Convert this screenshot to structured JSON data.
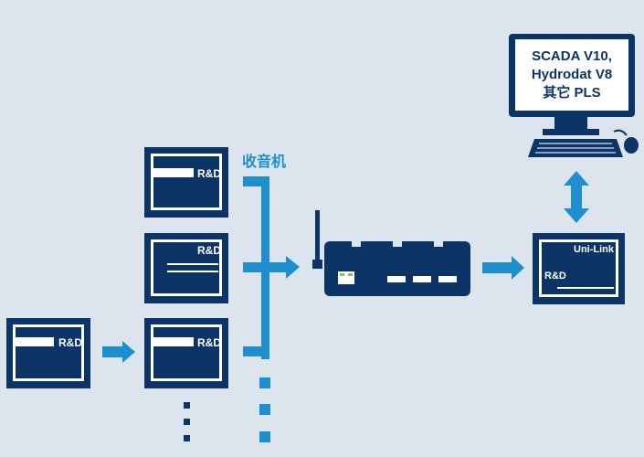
{
  "colors": {
    "background": "#dce5ed",
    "device_navy": "#0d3466",
    "accent_blue": "#1d8fcf",
    "white": "#ffffff",
    "monitor_grey": "#e8ecf0"
  },
  "devices": {
    "logger_label": "R&D",
    "radio_label": "收音机",
    "unilink_title": "Uni-Link",
    "unilink_label": "R&D"
  },
  "computer": {
    "line1": "SCADA V10,",
    "line2": "Hydrodat V8",
    "line3": "其它  PLS"
  }
}
